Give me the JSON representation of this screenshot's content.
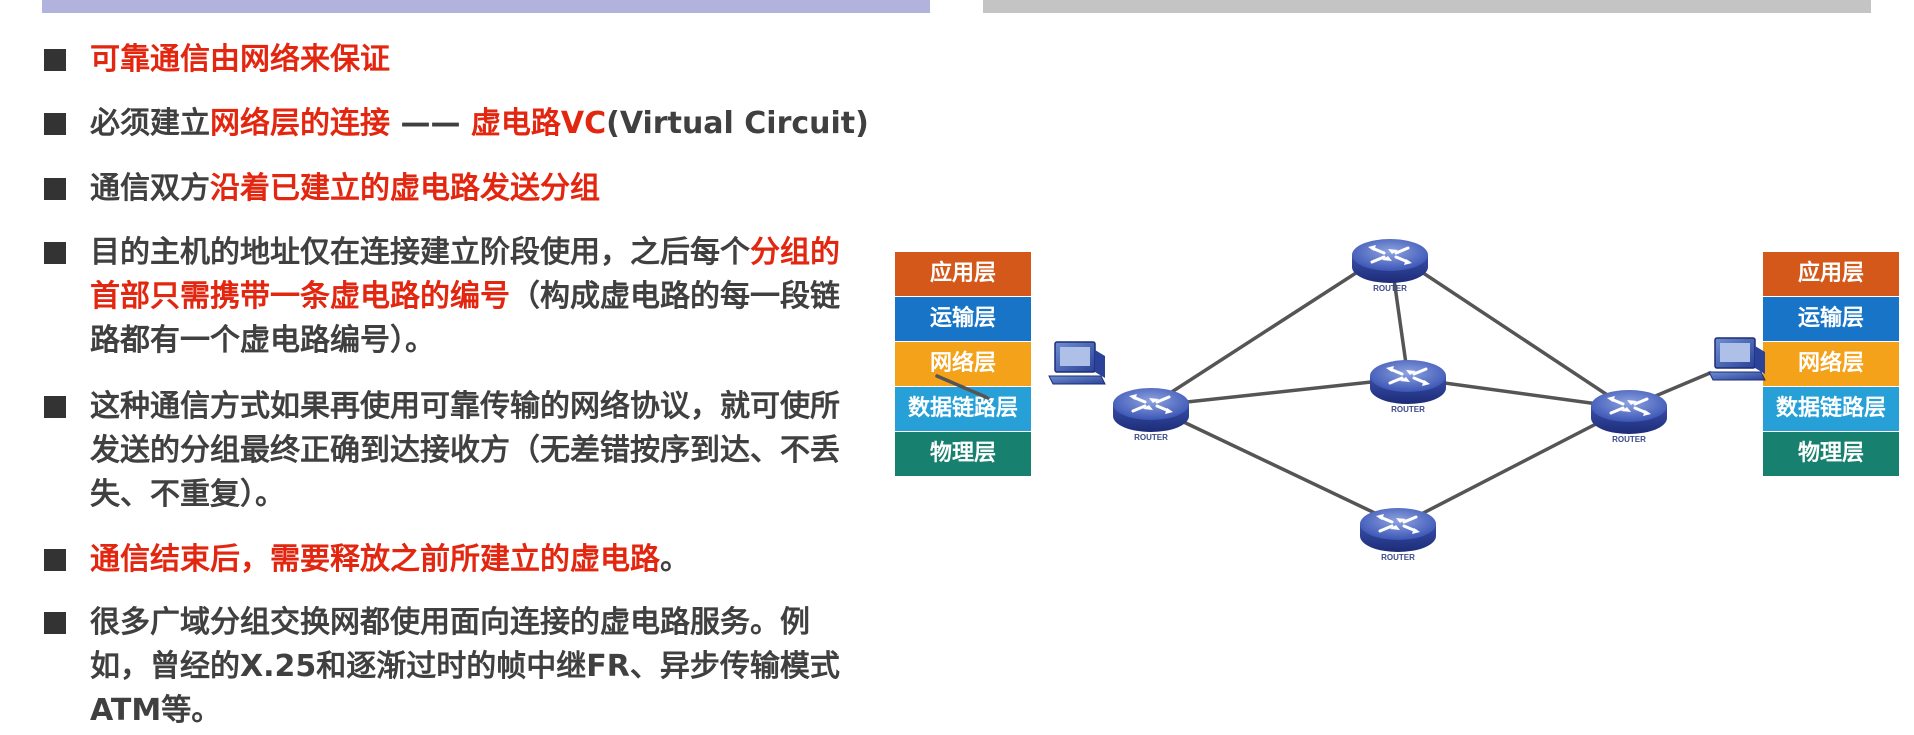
{
  "bullets": [
    {
      "parts": [
        {
          "text": "可靠通信由网络来保证",
          "red": true
        }
      ]
    },
    {
      "parts": [
        {
          "text": "必须建立",
          "red": false
        },
        {
          "text": "网络层的连接",
          "red": true
        },
        {
          "text": " —— ",
          "red": false
        },
        {
          "text": "虚电路VC",
          "red": true
        },
        {
          "text": "(Virtual Circuit)",
          "red": false
        }
      ]
    },
    {
      "parts": [
        {
          "text": "通信双方",
          "red": false
        },
        {
          "text": "沿着已建立的虚电路发送分组",
          "red": true
        }
      ]
    },
    {
      "parts": [
        {
          "text": "目的主机的地址仅在连接建立阶段使用，之后每个",
          "red": false
        },
        {
          "text": "分组的首部只需携带一条虚电路的编号",
          "red": true
        },
        {
          "text": "（构成虚电路的每一段链路都有一个虚电路编号）。",
          "red": false
        }
      ]
    },
    {
      "parts": [
        {
          "text": "这种通信方式如果再使用可靠传输的网络协议，就可使所发送的分组最终正确到达接收方（无差错按序到达、不丢失、不重复）。",
          "red": false
        }
      ]
    },
    {
      "parts": [
        {
          "text": "通信结束后，需要释放之前所建立的虚电路",
          "red": true
        },
        {
          "text": "。",
          "red": false
        }
      ]
    },
    {
      "parts": [
        {
          "text": "很多广域分组交换网都使用面向连接的虚电路服务。例如，曾经的X.25和逐渐过时的帧中继FR、异步传输模式ATM等。",
          "red": false
        }
      ]
    }
  ],
  "diagram": {
    "left_stack": [
      "应用层",
      "运输层",
      "网络层",
      "数据链路层",
      "物理层"
    ],
    "right_stack": [
      "应用层",
      "运输层",
      "网络层",
      "数据链路层",
      "物理层"
    ],
    "layer_colors": [
      "#d4581a",
      "#1774c6",
      "#f5a21b",
      "#26a0d6",
      "#17806e"
    ],
    "router_label": "ROUTER"
  }
}
